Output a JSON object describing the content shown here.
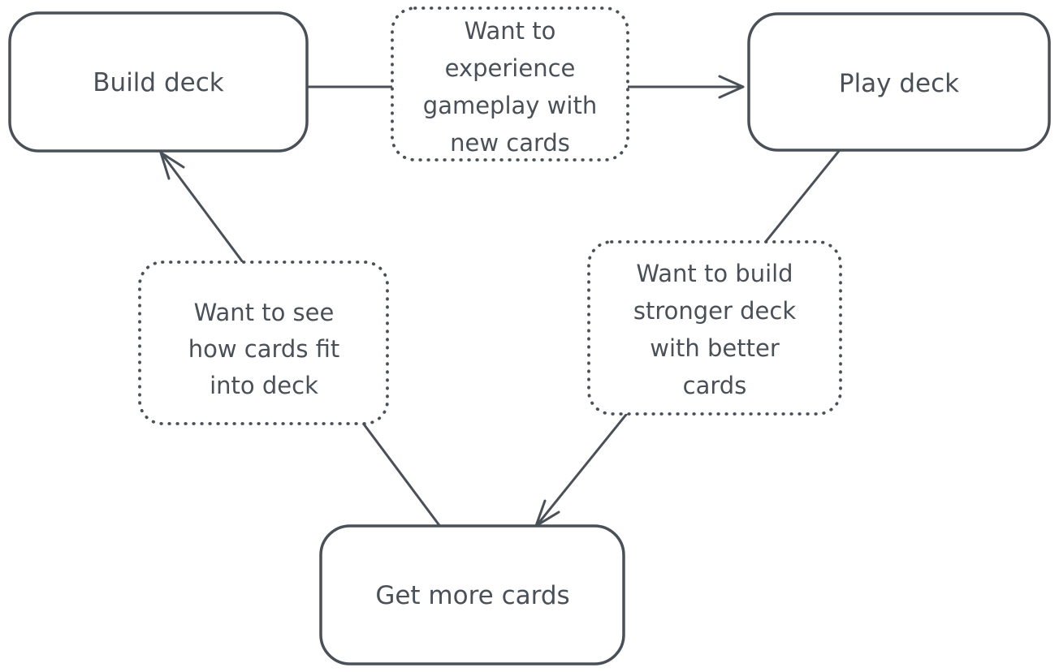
{
  "diagram": {
    "background": "#ffffff",
    "stroke": "#495057",
    "nodes": {
      "build_deck": {
        "label": "Build deck"
      },
      "play_deck": {
        "label": "Play deck"
      },
      "get_more_cards": {
        "label": "Get more cards"
      },
      "want_experience": {
        "lines": [
          "Want to",
          "experience",
          "gameplay with",
          "new cards"
        ]
      },
      "want_stronger": {
        "lines": [
          "Want to build",
          "stronger deck",
          "with better",
          "cards"
        ]
      },
      "want_fit": {
        "lines": [
          "Want to see",
          "how cards fit",
          "into deck"
        ]
      }
    },
    "edges": [
      {
        "from": "Build deck",
        "to": "Play deck",
        "reason": "Want to experience gameplay with new cards"
      },
      {
        "from": "Play deck",
        "to": "Get more cards",
        "reason": "Want to build stronger deck with better cards"
      },
      {
        "from": "Get more cards",
        "to": "Build deck",
        "reason": "Want to see how cards fit into deck"
      }
    ]
  }
}
